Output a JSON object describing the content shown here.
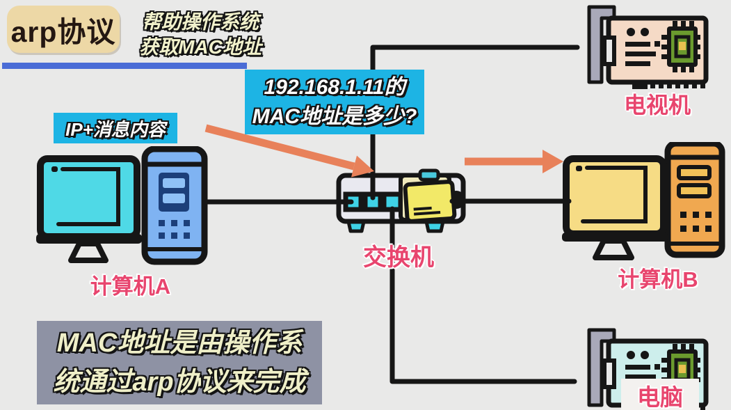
{
  "header": {
    "title": "arp协议",
    "subtitle_line1": "帮助操作系统",
    "subtitle_line2": "获取MAC地址"
  },
  "question_box": {
    "line1": "192.168.1.11的",
    "line2": "MAC地址是多少?"
  },
  "message_label": "IP+消息内容",
  "note_box": {
    "line1": "MAC地址是由操作系",
    "line2": "统通过arp协议来完成"
  },
  "devices": {
    "computer_a": {
      "label": "计算机A"
    },
    "switch": {
      "label": "交换机"
    },
    "computer_b": {
      "label": "计算机B"
    },
    "tv_card": {
      "label": "电视机"
    },
    "pc_card": {
      "label": "电脑"
    }
  },
  "colors": {
    "background": "#e9e9e8",
    "title_box": "#edd8a6",
    "underline_blue": "#4a6cd6",
    "callout_cyan": "#1db4e4",
    "note_gray": "#8e92a4",
    "label_pink": "#e8456e",
    "arrow_orange": "#e8815a",
    "line_black": "#161616",
    "monitor_a_cyan": "#4fd9e6",
    "tower_a_blue": "#7fb3f2",
    "monitor_b_yellow": "#f6dc85",
    "tower_b_orange": "#f0a850",
    "switch_body": "#e9e9f0",
    "port_cyan": "#3fd2e6",
    "folder_yellow": "#f2e968",
    "card_board_peach": "#f5dac6",
    "card_board_cyan": "#cdeeec",
    "chip_green": "#6b9b2e"
  }
}
